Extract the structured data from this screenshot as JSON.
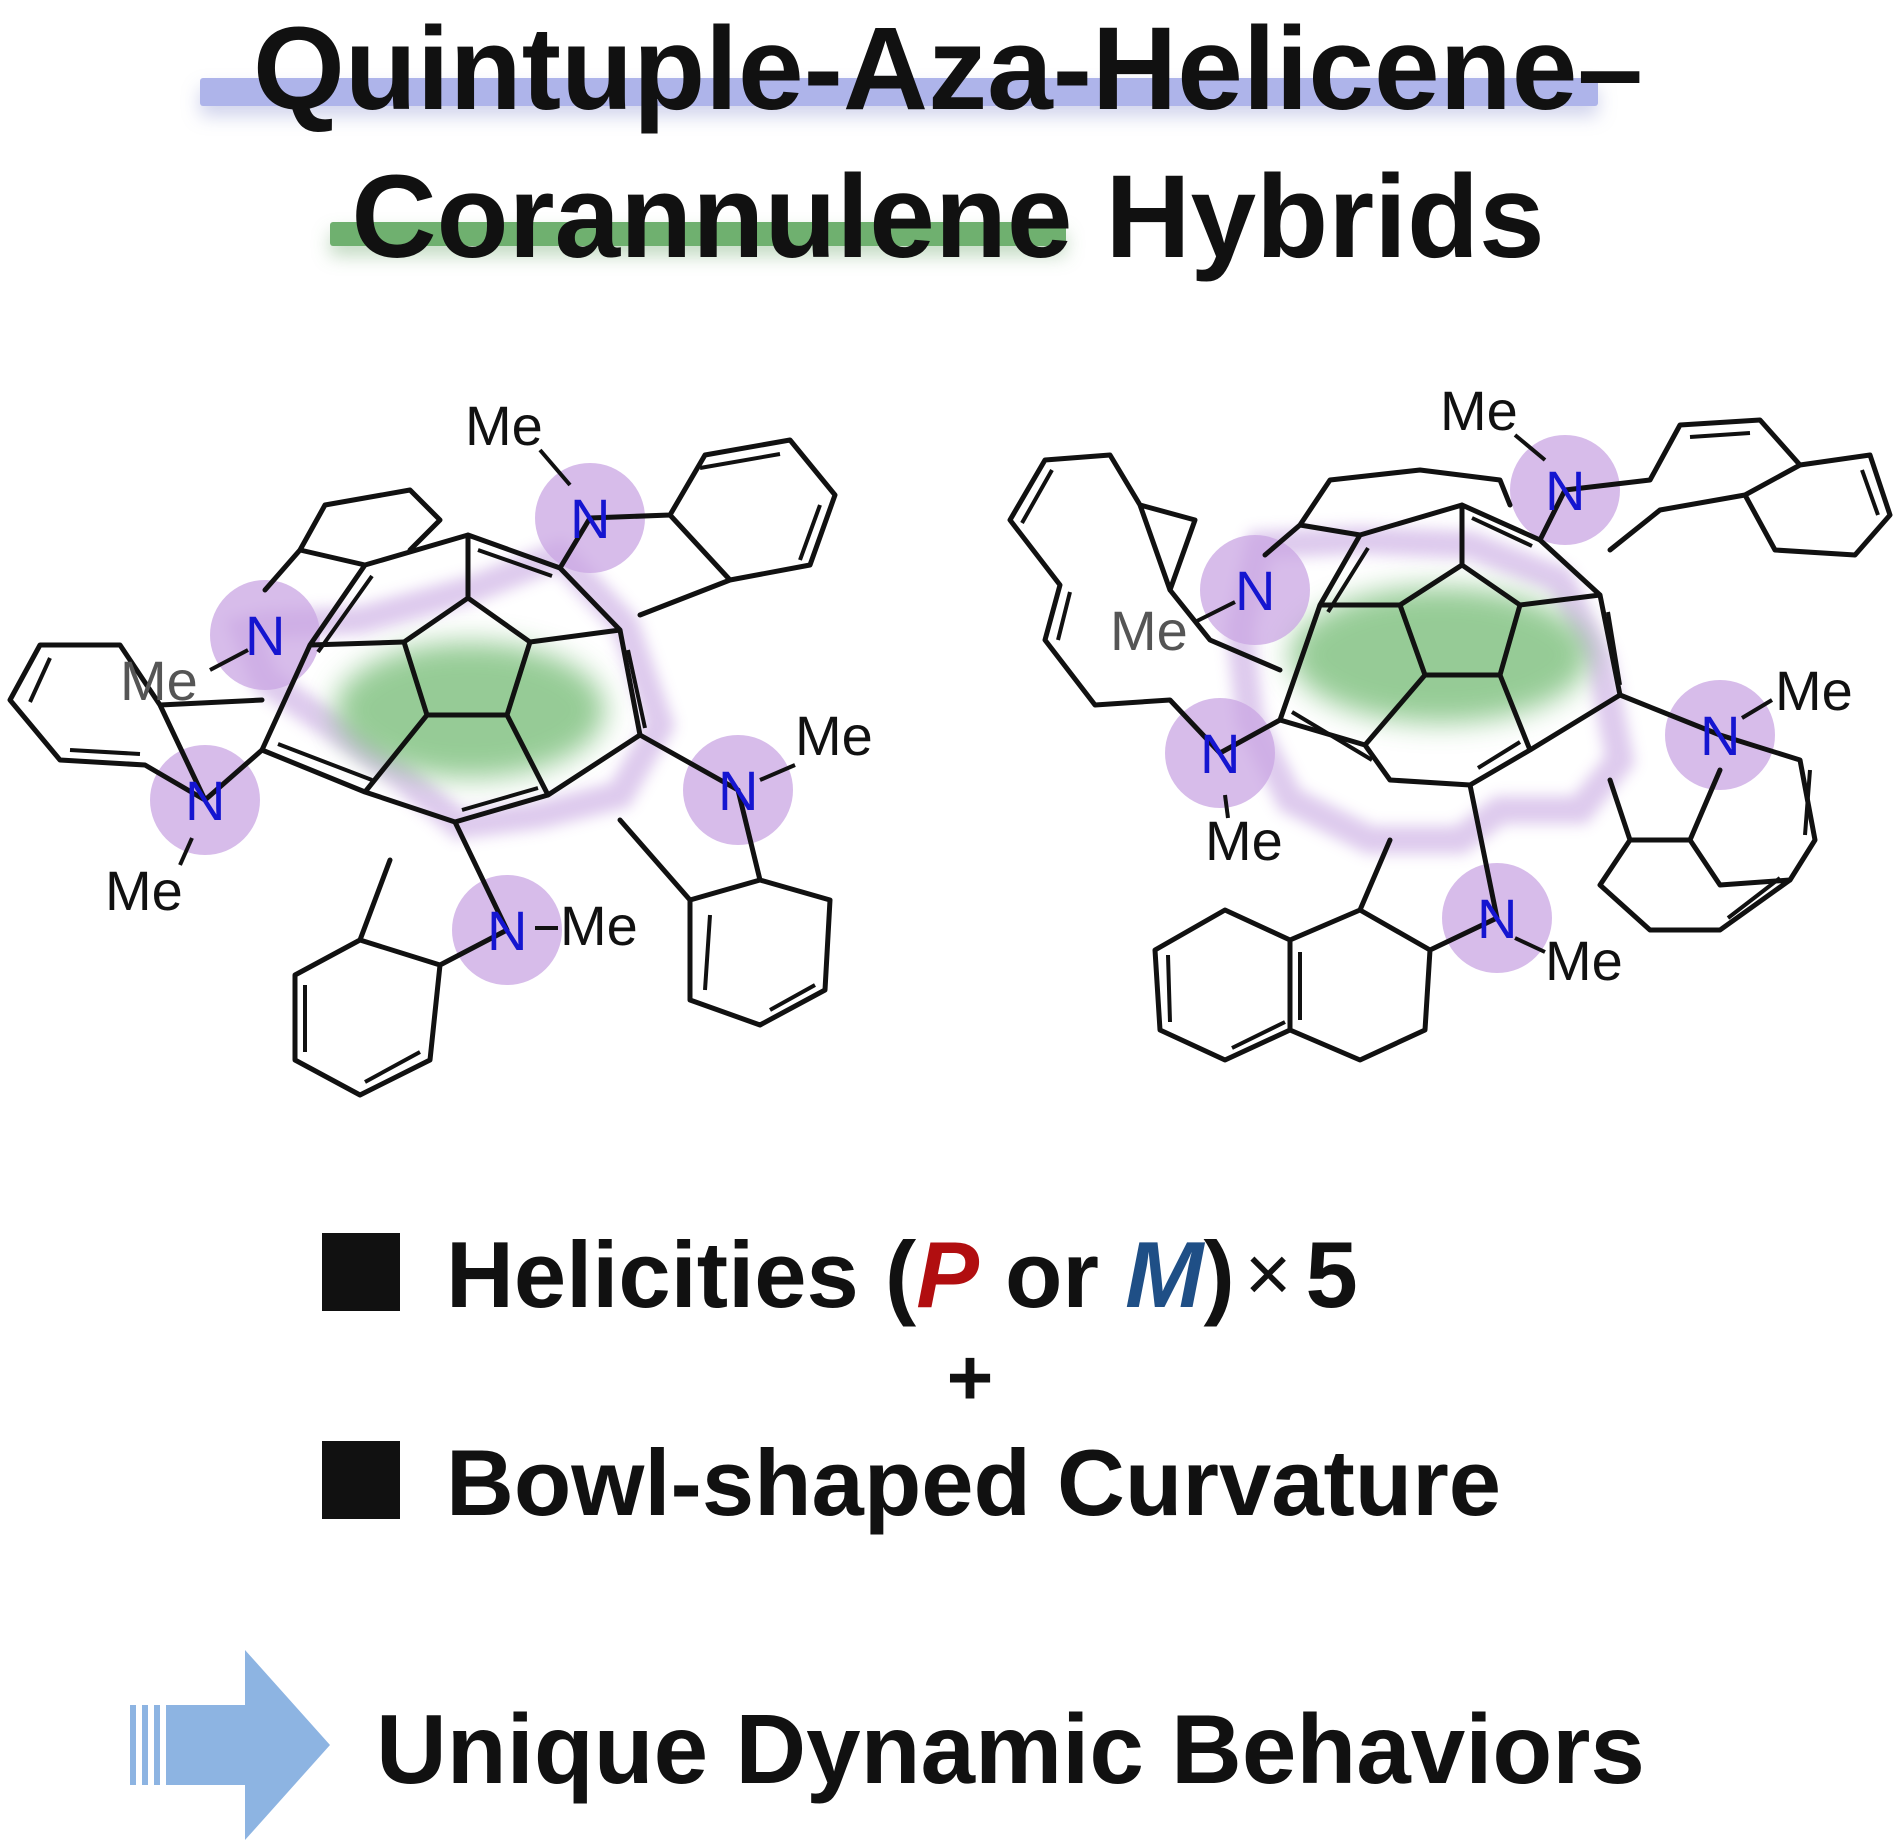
{
  "title": {
    "line1": "Quintuple-Aza-Helicene–",
    "line2_highlight": "Corannulene",
    "line2_rest": "Hybrids"
  },
  "colors": {
    "blue_highlight": "#aeb4ea",
    "green_highlight": "#6fb06f",
    "nitrogen": "#1515d0",
    "p_label": "#b10e10",
    "m_label": "#1f4f86",
    "arrow": "#8db4e2"
  },
  "molecules": {
    "left": {
      "n_label": "N",
      "me_label": "Me"
    },
    "right": {
      "n_label": "N",
      "me_label": "Me"
    }
  },
  "features": {
    "helicities_prefix": "Helicities (",
    "p_letter": "P",
    "or_text": " or ",
    "m_letter": "M",
    "close_paren": ")",
    "times": "×",
    "count": "5",
    "plus": "+",
    "curvature": "Bowl-shaped Curvature"
  },
  "result": {
    "arrow_icon": "right-arrow-icon",
    "text": "Unique Dynamic Behaviors"
  }
}
